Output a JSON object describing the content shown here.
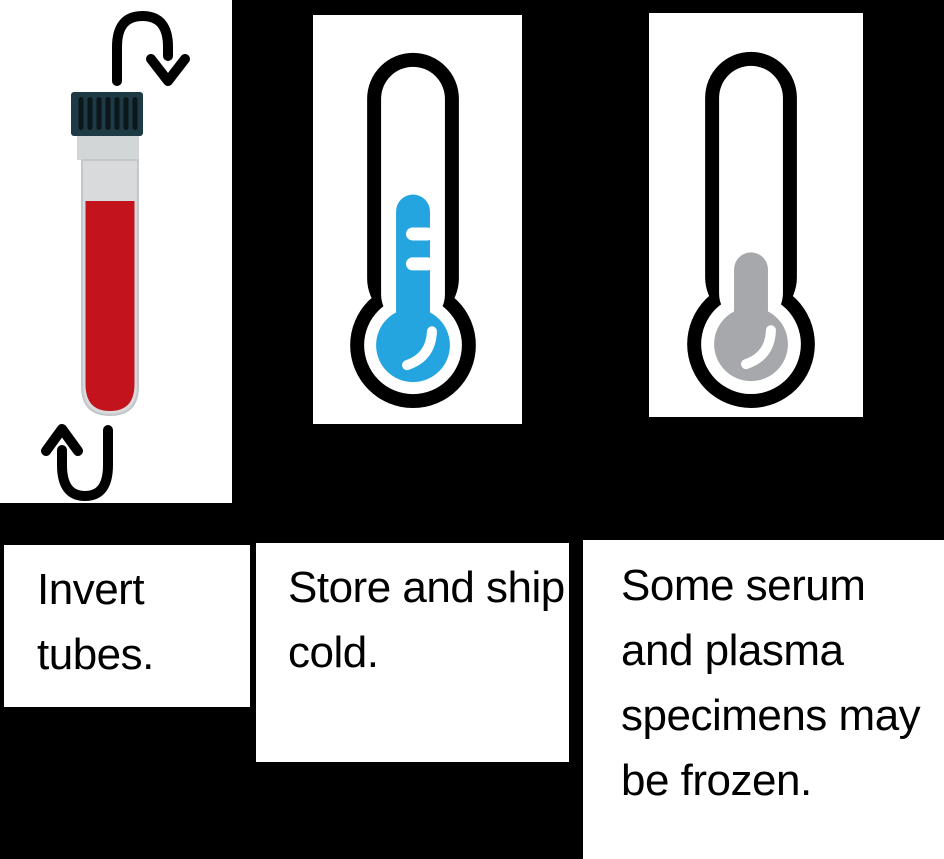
{
  "colors": {
    "background": "#000000",
    "panel_bg": "#FFFFFF",
    "outline_black": "#000000",
    "blood_red": "#C3141D",
    "cap_teal": "#1E3A44",
    "cap_rib": "#0C171B",
    "tube_neck_gray": "#D3D6D7",
    "tube_glass_gray": "#D8DADB",
    "tube_glass_edge": "#C3C6CA",
    "cold_blue": "#25A5DF",
    "frozen_gray": "#A6A8AB",
    "highlight_white": "#FFFFFF",
    "text": "#000000"
  },
  "steps": [
    {
      "icon": "blood-tube-invert-icon",
      "caption_text": "Invert tubes.",
      "caption_lines": [
        "Invert",
        "tubes."
      ]
    },
    {
      "icon": "thermometer-cold-icon",
      "caption_text": "Store and ship cold.",
      "caption_lines": [
        "Store and ship",
        "cold."
      ]
    },
    {
      "icon": "thermometer-frozen-icon",
      "caption_text": "Some serum and plasma specimens may be frozen.",
      "caption_lines": [
        "Some serum",
        "and plasma",
        "specimens may",
        "be frozen."
      ]
    }
  ]
}
